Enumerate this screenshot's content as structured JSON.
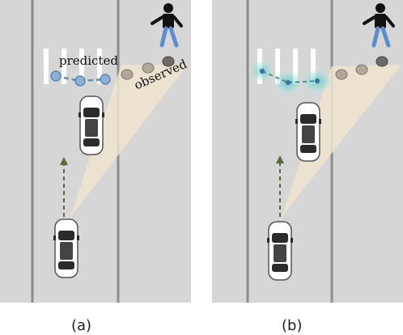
{
  "panels": [
    {
      "caption": "(a)",
      "labels": {
        "predicted": "predicted",
        "observed": "observed"
      },
      "style": "plain"
    },
    {
      "caption": "(b)",
      "style": "uncertainty"
    }
  ],
  "colors": {
    "road": "#d6d6d6",
    "lane_line": "#8c8c8c",
    "crosswalk": "#ffffff",
    "fov_cone": "#efe4cf",
    "observed_dot": "#a39c90",
    "predicted_dot": "#7ea6cf",
    "uncertainty_glow": "#5fd6d0",
    "pedestrian_shirt": "#111111",
    "pedestrian_pants": "#5a8ccf",
    "car_body": "#ffffff",
    "car_window": "#2b2b2b",
    "arrow": "#5a6b3a"
  },
  "icons": [
    "pedestrian-icon",
    "ego-car-icon",
    "lead-car-icon"
  ]
}
